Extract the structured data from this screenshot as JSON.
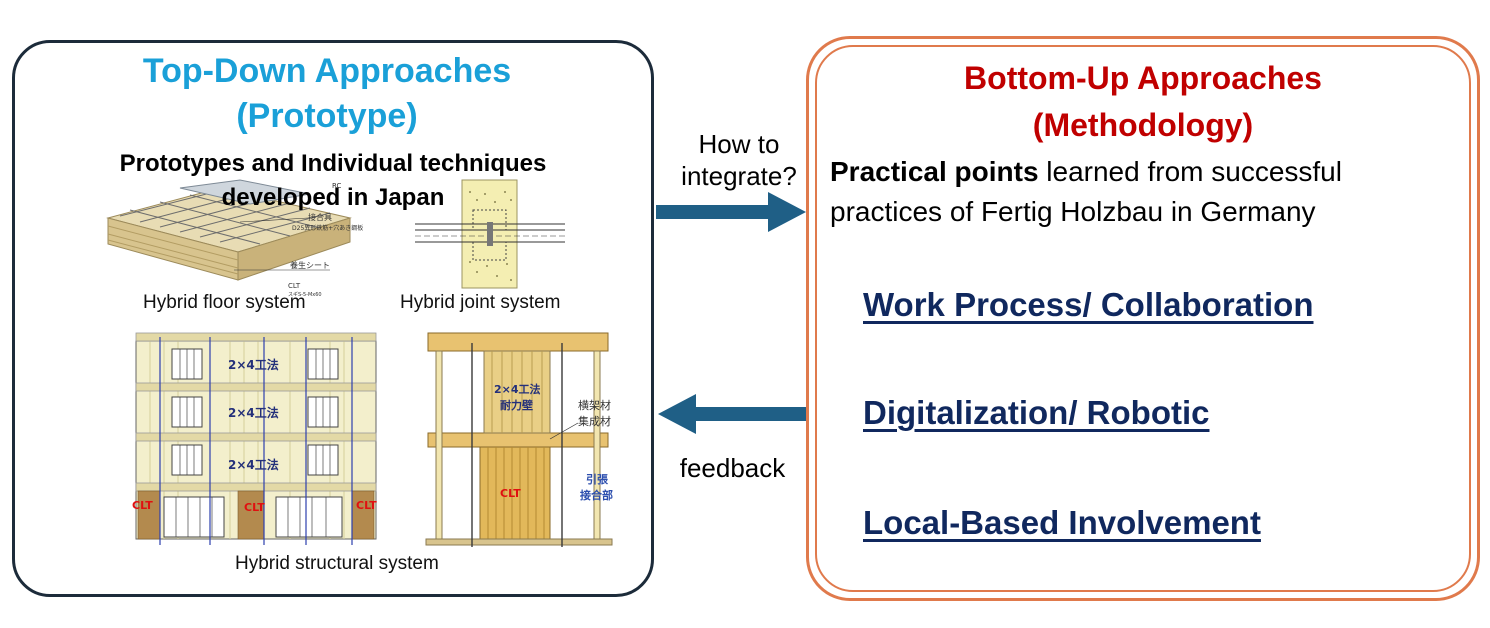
{
  "top_down": {
    "title_line1": "Top-Down Approaches",
    "title_line2": "(Prototype)",
    "subtitle_line1": "Prototypes and Individual techniques",
    "subtitle_line2": "developed in Japan",
    "captions": {
      "floor": "Hybrid floor system",
      "joint": "Hybrid joint system",
      "structural": "Hybrid structural system"
    },
    "drawing_labels": {
      "rc": "RC",
      "connector": "接合具",
      "connector_detail": "D25異形鉄筋+穴あき鋼板",
      "curing_sheet": "養生シート",
      "clt": "CLT",
      "clt_detail": "スギS-5-Mx60",
      "two_by_four": "2×4工法",
      "two_by_four_wall": "耐力壁",
      "beam_1": "横架材",
      "beam_2": "集成材",
      "tension_1": "引張",
      "tension_2": "接合部"
    }
  },
  "arrows": {
    "integrate_line1": "How to",
    "integrate_line2": "integrate?",
    "feedback": "feedback"
  },
  "bottom_up": {
    "title_line1": "Bottom-Up Approaches",
    "title_line2": "(Methodology)",
    "desc_bold": "Practical points",
    "desc_rest_line1": " learned from successful",
    "desc_line2": "practices of Fertig Holzbau in Germany",
    "items": [
      "Work Process/ Collaboration",
      "Digitalization/ Robotic",
      "Local-Based Involvement"
    ]
  },
  "colors": {
    "top_down_title": "#1aa0d8",
    "bottom_up_title": "#c00000",
    "link": "#10285e",
    "arrow": "#1f5f86",
    "right_border": "#e07a4c",
    "left_border": "#1c2b3a"
  }
}
